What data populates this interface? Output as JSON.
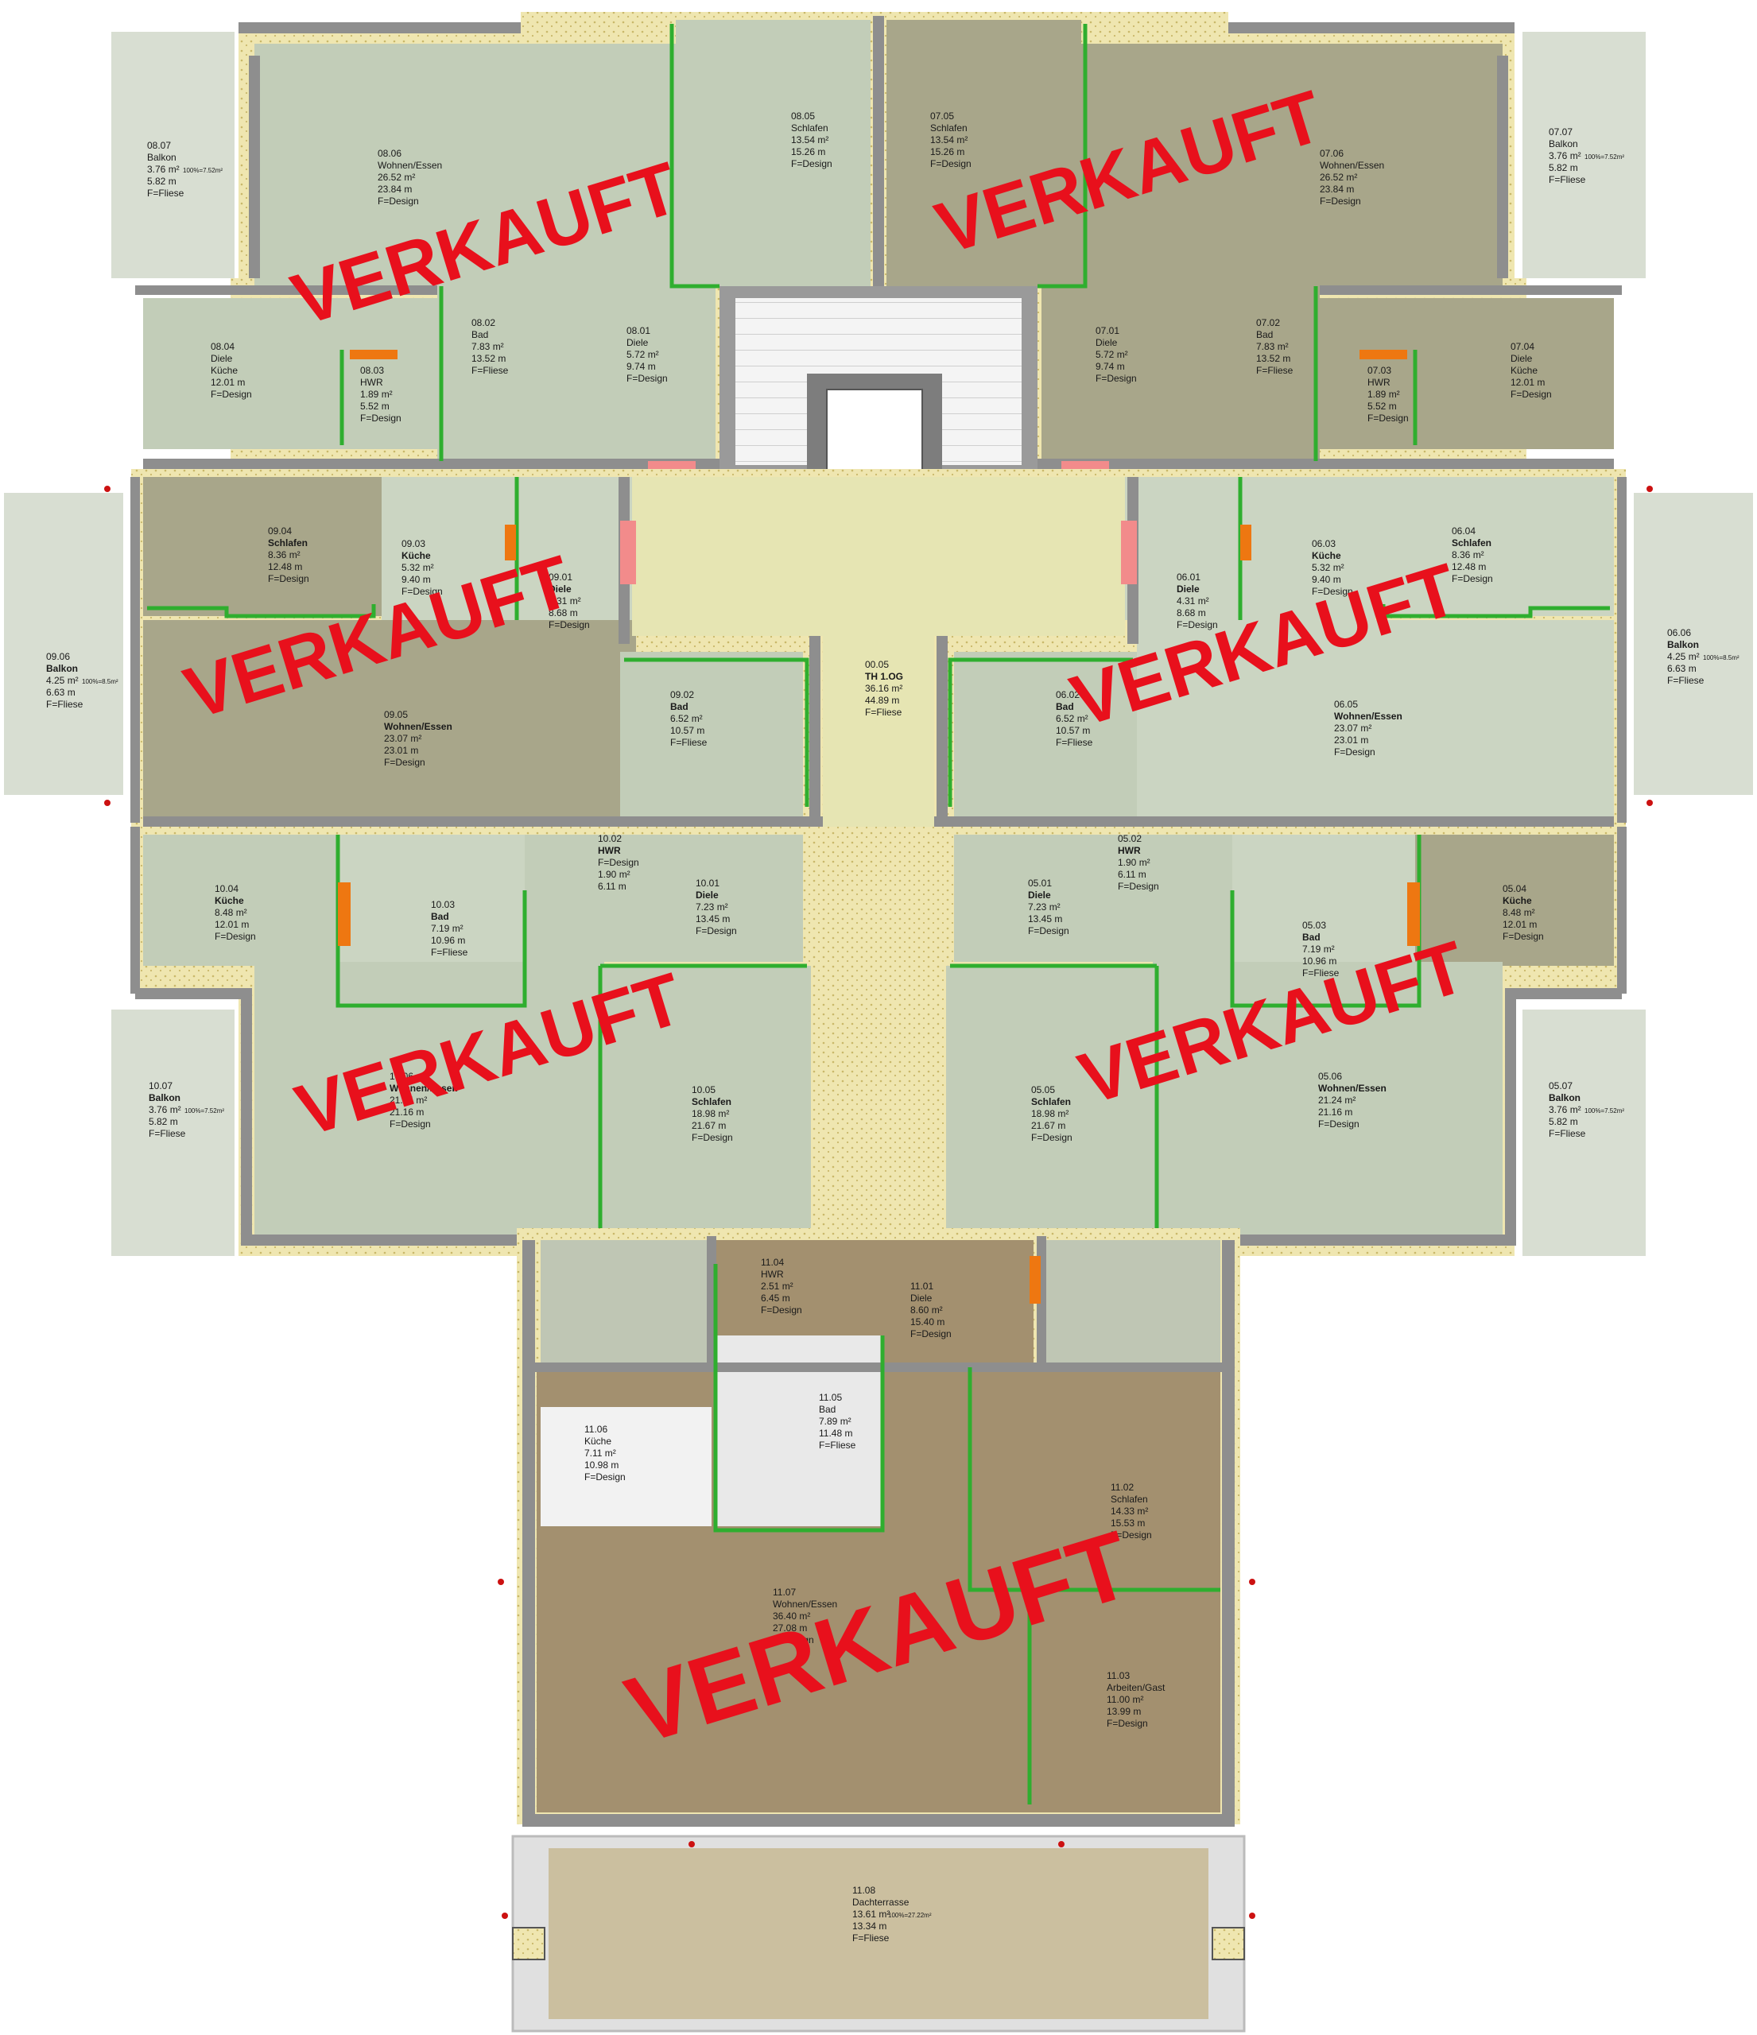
{
  "colors": {
    "sold_stamp": "#e8101c",
    "wall": "#8e8e8e",
    "insulation": "#efe6b0",
    "room_green": "#c2cdb8",
    "room_grey_green": "#cbd5c2",
    "room_olive": "#a8a68a",
    "room_khaki": "#b3ad8e",
    "room_brown": "#a3906f",
    "stair_hall": "#e6e5b3",
    "balcony": "#d8ded2",
    "terrace": "#cbbf9f",
    "fire_wall_marker": "#f28b8b",
    "partition_line": "#2fae2f"
  },
  "stamp_text": "VERKAUFT",
  "rooms": [
    {
      "name": "r-0807",
      "lines": [
        "08.07",
        "Balkon",
        "3.76 m²",
        "5.82 m",
        "F=Fliese"
      ],
      "note": "100%=7.52m²",
      "bold": false
    },
    {
      "name": "r-0806",
      "lines": [
        "08.06",
        "Wohnen/Essen",
        "26.52 m²",
        "23.84 m",
        "F=Design"
      ],
      "bold": false
    },
    {
      "name": "r-0805",
      "lines": [
        "08.05",
        "Schlafen",
        "13.54 m²",
        "15.26 m",
        "F=Design"
      ],
      "bold": false
    },
    {
      "name": "r-0705",
      "lines": [
        "07.05",
        "Schlafen",
        "13.54 m²",
        "15.26 m",
        "F=Design"
      ],
      "bold": false
    },
    {
      "name": "r-0706",
      "lines": [
        "07.06",
        "Wohnen/Essen",
        "26.52 m²",
        "23.84 m",
        "F=Design"
      ],
      "bold": false
    },
    {
      "name": "r-0707",
      "lines": [
        "07.07",
        "Balkon",
        "3.76 m²",
        "5.82 m",
        "F=Fliese"
      ],
      "note": "100%=7.52m²",
      "bold": false
    },
    {
      "name": "r-0804",
      "lines": [
        "08.04",
        "Diele",
        "Küche",
        "12.01 m",
        "F=Design"
      ],
      "bold": false
    },
    {
      "name": "r-0803",
      "lines": [
        "08.03",
        "HWR",
        "1.89 m²",
        "5.52 m",
        "F=Design"
      ],
      "bold": false
    },
    {
      "name": "r-0802",
      "lines": [
        "08.02",
        "Bad",
        "7.83 m²",
        "13.52 m",
        "F=Fliese"
      ],
      "bold": false
    },
    {
      "name": "r-0801",
      "lines": [
        "08.01",
        "Diele",
        "5.72 m²",
        "9.74 m",
        "F=Design"
      ],
      "bold": false
    },
    {
      "name": "r-0701",
      "lines": [
        "07.01",
        "Diele",
        "5.72 m²",
        "9.74 m",
        "F=Design"
      ],
      "bold": false
    },
    {
      "name": "r-0702",
      "lines": [
        "07.02",
        "Bad",
        "7.83 m²",
        "13.52 m",
        "F=Fliese"
      ],
      "bold": false
    },
    {
      "name": "r-0703",
      "lines": [
        "07.03",
        "HWR",
        "1.89 m²",
        "5.52 m",
        "F=Design"
      ],
      "bold": false
    },
    {
      "name": "r-0704",
      "lines": [
        "07.04",
        "Diele",
        "Küche",
        "12.01 m",
        "F=Design"
      ],
      "bold": false
    },
    {
      "name": "r-0904",
      "lines": [
        "09.04",
        "Schlafen",
        "8.36 m²",
        "12.48 m",
        "F=Design"
      ],
      "bold": true
    },
    {
      "name": "r-0903",
      "lines": [
        "09.03",
        "Küche",
        "5.32 m²",
        "9.40 m",
        "F=Design"
      ],
      "bold": true
    },
    {
      "name": "r-0901",
      "lines": [
        "09.01",
        "Diele",
        "4.31 m²",
        "8.68 m",
        "F=Design"
      ],
      "bold": true
    },
    {
      "name": "r-0601",
      "lines": [
        "06.01",
        "Diele",
        "4.31 m²",
        "8.68 m",
        "F=Design"
      ],
      "bold": true
    },
    {
      "name": "r-0603",
      "lines": [
        "06.03",
        "Küche",
        "5.32 m²",
        "9.40 m",
        "F=Design"
      ],
      "bold": true
    },
    {
      "name": "r-0604",
      "lines": [
        "06.04",
        "Schlafen",
        "8.36 m²",
        "12.48 m",
        "F=Design"
      ],
      "bold": true
    },
    {
      "name": "r-0906",
      "lines": [
        "09.06",
        "Balkon",
        "4.25 m²",
        "6.63 m",
        "F=Fliese"
      ],
      "note": "100%=8.5m²",
      "bold": true
    },
    {
      "name": "r-0905",
      "lines": [
        "09.05",
        "Wohnen/Essen",
        "23.07 m²",
        "23.01 m",
        "F=Design"
      ],
      "bold": true
    },
    {
      "name": "r-0902",
      "lines": [
        "09.02",
        "Bad",
        "6.52 m²",
        "10.57 m",
        "F=Fliese"
      ],
      "bold": true
    },
    {
      "name": "r-0005",
      "lines": [
        "00.05",
        "TH 1.OG",
        "36.16 m²",
        "44.89 m",
        "F=Fliese"
      ],
      "bold": true
    },
    {
      "name": "r-0602",
      "lines": [
        "06.02",
        "Bad",
        "6.52 m²",
        "10.57 m",
        "F=Fliese"
      ],
      "bold": true
    },
    {
      "name": "r-0605",
      "lines": [
        "06.05",
        "Wohnen/Essen",
        "23.07 m²",
        "23.01 m",
        "F=Design"
      ],
      "bold": true
    },
    {
      "name": "r-0606",
      "lines": [
        "06.06",
        "Balkon",
        "4.25 m²",
        "6.63 m",
        "F=Fliese"
      ],
      "note": "100%=8.5m²",
      "bold": true
    },
    {
      "name": "r-1004",
      "lines": [
        "10.04",
        "Küche",
        "8.48 m²",
        "12.01 m",
        "F=Design"
      ],
      "bold": true
    },
    {
      "name": "r-1003",
      "lines": [
        "10.03",
        "Bad",
        "7.19 m²",
        "10.96 m",
        "F=Fliese"
      ],
      "bold": true
    },
    {
      "name": "r-1002",
      "lines": [
        "10.02",
        "HWR",
        "F=Design",
        "1.90 m²",
        "6.11 m"
      ],
      "bold": true
    },
    {
      "name": "r-1001",
      "lines": [
        "10.01",
        "Diele",
        "7.23 m²",
        "13.45 m",
        "F=Design"
      ],
      "bold": true
    },
    {
      "name": "r-0501",
      "lines": [
        "05.01",
        "Diele",
        "7.23 m²",
        "13.45 m",
        "F=Design"
      ],
      "bold": true
    },
    {
      "name": "r-0502",
      "lines": [
        "05.02",
        "HWR",
        "1.90 m²",
        "6.11 m",
        "F=Design"
      ],
      "bold": true
    },
    {
      "name": "r-0503",
      "lines": [
        "05.03",
        "Bad",
        "7.19 m²",
        "10.96 m",
        "F=Fliese"
      ],
      "bold": true
    },
    {
      "name": "r-0504",
      "lines": [
        "05.04",
        "Küche",
        "8.48 m²",
        "12.01 m",
        "F=Design"
      ],
      "bold": true
    },
    {
      "name": "r-1007",
      "lines": [
        "10.07",
        "Balkon",
        "3.76 m²",
        "5.82 m",
        "F=Fliese"
      ],
      "note": "100%=7.52m²",
      "bold": true
    },
    {
      "name": "r-1006",
      "lines": [
        "10.06",
        "Wohnen/Essen",
        "21.24 m²",
        "21.16 m",
        "F=Design"
      ],
      "bold": true
    },
    {
      "name": "r-1005",
      "lines": [
        "10.05",
        "Schlafen",
        "18.98 m²",
        "21.67 m",
        "F=Design"
      ],
      "bold": true
    },
    {
      "name": "r-0505",
      "lines": [
        "05.05",
        "Schlafen",
        "18.98 m²",
        "21.67 m",
        "F=Design"
      ],
      "bold": true
    },
    {
      "name": "r-0506",
      "lines": [
        "05.06",
        "Wohnen/Essen",
        "21.24 m²",
        "21.16 m",
        "F=Design"
      ],
      "bold": true
    },
    {
      "name": "r-0507",
      "lines": [
        "05.07",
        "Balkon",
        "3.76 m²",
        "5.82 m",
        "F=Fliese"
      ],
      "note": "100%=7.52m²",
      "bold": true
    },
    {
      "name": "r-1104",
      "lines": [
        "11.04",
        "HWR",
        "2.51 m²",
        "6.45 m",
        "F=Design"
      ],
      "bold": false
    },
    {
      "name": "r-1101",
      "lines": [
        "11.01",
        "Diele",
        "8.60 m²",
        "15.40 m",
        "F=Design"
      ],
      "bold": false
    },
    {
      "name": "r-1106",
      "lines": [
        "11.06",
        "Küche",
        "7.11 m²",
        "10.98 m",
        "F=Design"
      ],
      "bold": false
    },
    {
      "name": "r-1105",
      "lines": [
        "11.05",
        "Bad",
        "7.89 m²",
        "11.48 m",
        "F=Fliese"
      ],
      "bold": false
    },
    {
      "name": "r-1102",
      "lines": [
        "11.02",
        "Schlafen",
        "14.33 m²",
        "15.53 m",
        "F=Design"
      ],
      "bold": false
    },
    {
      "name": "r-1107",
      "lines": [
        "11.07",
        "Wohnen/Essen",
        "36.40 m²",
        "27.08 m",
        "F=Design"
      ],
      "bold": false
    },
    {
      "name": "r-1103",
      "lines": [
        "11.03",
        "Arbeiten/Gast",
        "11.00 m²",
        "13.99 m",
        "F=Design"
      ],
      "bold": false
    },
    {
      "name": "r-1108",
      "lines": [
        "11.08",
        "Dachterrasse",
        "13.61 m²",
        "13.34 m",
        "F=Fliese"
      ],
      "note": "100%=27.22m²",
      "bold": false
    }
  ]
}
